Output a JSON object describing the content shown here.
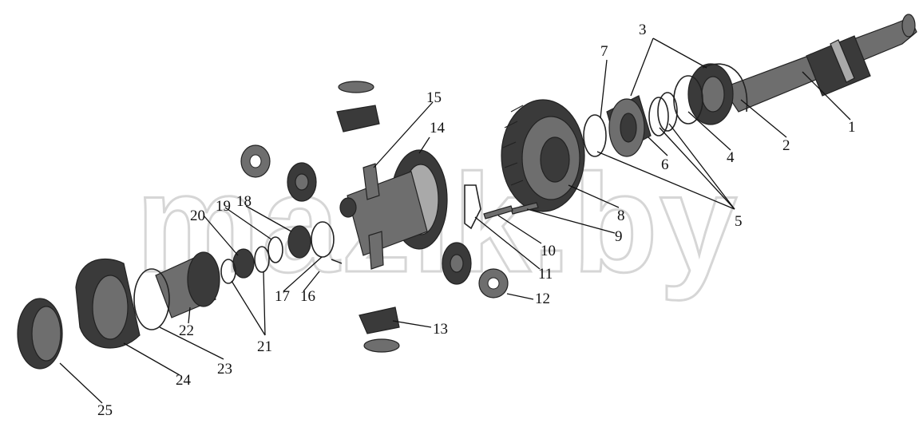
{
  "watermark": "mazik.by",
  "labels": [
    "1",
    "2",
    "3",
    "4",
    "5",
    "6",
    "7",
    "8",
    "9",
    "10",
    "11",
    "12",
    "13",
    "14",
    "15",
    "16",
    "17",
    "18",
    "19",
    "20",
    "21",
    "22",
    "23",
    "24",
    "25"
  ]
}
